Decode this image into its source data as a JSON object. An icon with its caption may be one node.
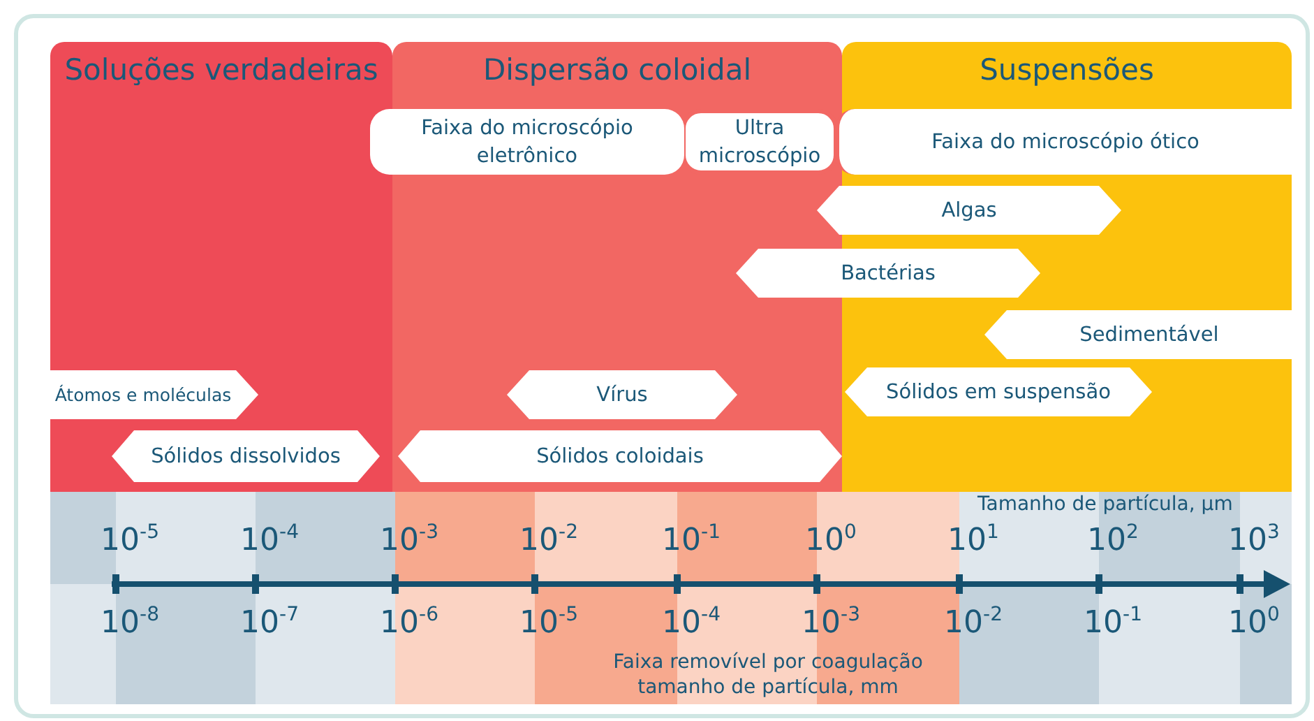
{
  "diagram": {
    "nodes": [
      {
        "text": [
          "Soluções verdadeiras"
        ]
      },
      {
        "text": [
          "Dispersão coloidal"
        ]
      },
      {
        "text": [
          "Suspensões"
        ]
      },
      {
        "text": [
          "Faixa do microscópio eletrônico"
        ]
      },
      {
        "text": [
          "Ultra microscópio"
        ],
        "in": 1
      },
      {
        "text": [
          "Faixa do microscópio ótico"
        ],
        "in": 2
      },
      {
        "text": [
          "Algas"
        ]
      },
      {
        "text": [
          "Bactérias"
        ]
      },
      {
        "text": [
          "Sedimentável"
        ],
        "in": 2
      },
      {
        "text": [
          "Átomos e moléculas"
        ],
        "in": 0
      },
      {
        "text": [
          "Vírus"
        ],
        "in": 1
      },
      {
        "text": [
          "Sólidos em suspensão"
        ],
        "in": 2
      },
      {
        "text": [
          "Sólidos dissolvidos"
        ],
        "in": 0
      },
      {
        "text": [
          "Sólidos coloidais"
        ],
        "in": 1
      }
    ],
    "edges": [],
    "labels": [
      "Tamanho de partícula, μm",
      "10$^{-5}$",
      "10$^{-4}$",
      "10$^{-3}$",
      "10$^{-2}$",
      "10$^{-1}$",
      "10$^{0}$",
      "10$^{1}$",
      "10$^{2}$",
      "10$^{3}$",
      "10$^{-8}$",
      "10$^{-7}$",
      "10$^{-6}$",
      "10$^{-5}$",
      "10$^{-4}$",
      "10$^{-3}$",
      "10$^{-2}$",
      "10$^{-1}$",
      "10$^{0}$",
      "Faixa removível por coagulação tamanho de partícula, mm"
    ]
  }
}
